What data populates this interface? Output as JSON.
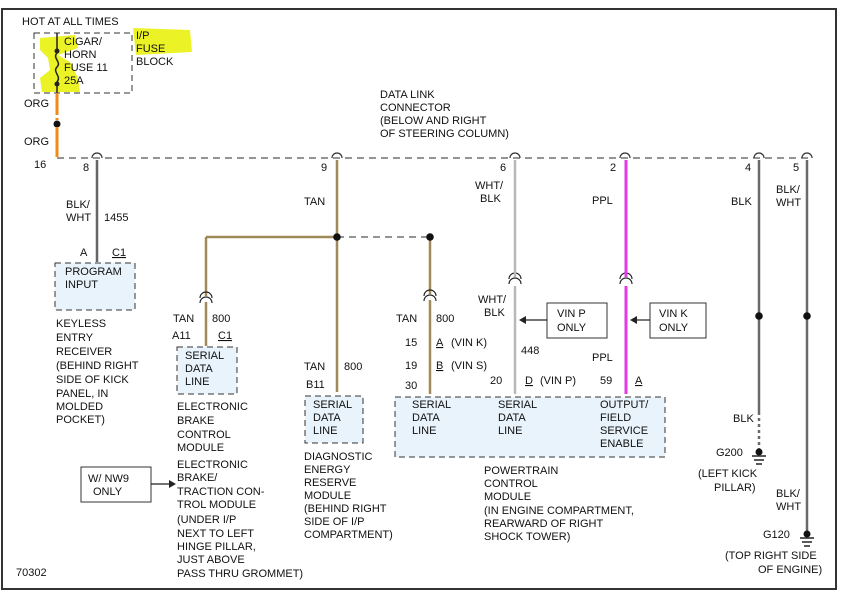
{
  "diagram_id": "70302",
  "hot_label": "HOT AT ALL TIMES",
  "fuse": {
    "lines": [
      "CIGAR/",
      "HORN",
      "FUSE 11",
      "25A"
    ],
    "block_lines": [
      "I/P",
      "FUSE",
      "BLOCK"
    ]
  },
  "wire_top": [
    "ORG",
    "ORG"
  ],
  "dlc": {
    "lines": [
      "DATA LINK",
      "CONNECTOR",
      "(BELOW AND RIGHT",
      "OF STEERING COLUMN)"
    ],
    "pins": [
      "16",
      "8",
      "9",
      "6",
      "2",
      "4",
      "5"
    ]
  },
  "keyless": {
    "wire": [
      "BLK/",
      "WHT"
    ],
    "circuit": "1455",
    "pin": "A",
    "conn": "C1",
    "box": [
      "PROGRAM",
      "INPUT"
    ],
    "desc": [
      "KEYLESS",
      "ENTRY",
      "RECEIVER",
      "(BEHIND RIGHT",
      "SIDE OF KICK",
      "PANEL, IN",
      "MOLDED",
      "POCKET)"
    ]
  },
  "tan_label": "TAN",
  "ebcm": {
    "wire": "TAN",
    "circuit": "800",
    "pin": "A11",
    "conn": "C1",
    "box": [
      "SERIAL",
      "DATA",
      "LINE"
    ],
    "desc1": [
      "ELECTRONIC",
      "BRAKE",
      "CONTROL",
      "MODULE"
    ],
    "desc2": [
      "ELECTRONIC",
      "BRAKE/",
      "TRACTION CON-",
      "TROL MODULE",
      "(UNDER I/P",
      "NEXT TO LEFT",
      "HINGE PILLAR,",
      "JUST ABOVE",
      "PASS THRU GROMMET)"
    ],
    "option": [
      "W/ NW9",
      "ONLY"
    ]
  },
  "derm": {
    "wire": "TAN",
    "circuit": "800",
    "pin": "B11",
    "box": [
      "SERIAL",
      "DATA",
      "LINE"
    ],
    "desc": [
      "DIAGNOSTIC",
      "ENERGY",
      "RESERVE",
      "MODULE",
      "(BEHIND RIGHT",
      "SIDE OF I/P",
      "COMPARTMENT)"
    ]
  },
  "pcm": {
    "wire": "TAN",
    "circuit": "800",
    "vin_rows": [
      {
        "pin": "15",
        "letter": "A",
        "vin": "(VIN K)"
      },
      {
        "pin": "19",
        "letter": "B",
        "vin": "(VIN S)"
      },
      {
        "pin": "30",
        "letter": "",
        "vin": ""
      }
    ],
    "wire_wht": [
      "WHT/",
      "BLK"
    ],
    "circuit_448": "448",
    "pin_20": "20",
    "letter_d": "D",
    "vin_p": "(VIN P)",
    "pin_59": "59",
    "letter_a": "A",
    "box1": [
      "SERIAL",
      "DATA",
      "LINE"
    ],
    "box2": [
      "SERIAL",
      "DATA",
      "LINE"
    ],
    "box3": [
      "OUTPUT/",
      "FIELD",
      "SERVICE",
      "ENABLE"
    ],
    "desc": [
      "POWERTRAIN",
      "CONTROL",
      "MODULE",
      "(IN ENGINE COMPARTMENT,",
      "REARWARD OF RIGHT",
      "SHOCK TOWER)"
    ]
  },
  "vin_p_box": [
    "VIN P",
    "ONLY"
  ],
  "vin_k_box": [
    "VIN K",
    "ONLY"
  ],
  "wht_blk_top": [
    "WHT/",
    "BLK"
  ],
  "ppl": "PPL",
  "ppl2": "PPL",
  "blk_top": "BLK",
  "blk_wht_top": [
    "BLK/",
    "WHT"
  ],
  "g200": {
    "wire": "BLK",
    "name": "G200",
    "desc": [
      "(LEFT KICK",
      "PILLAR)"
    ]
  },
  "g120": {
    "wire": [
      "BLK/",
      "WHT"
    ],
    "name": "G120",
    "desc": [
      "(TOP RIGHT SIDE",
      "OF ENGINE)"
    ]
  },
  "colors": {
    "tan": "#a08a5a",
    "ppl": "#e23ae6",
    "org": "#f08a1a",
    "gray": "#b8b8b8",
    "dark": "#6a6a6a",
    "box_fill": "#e8f3fb",
    "highlight": "#e8f000"
  }
}
